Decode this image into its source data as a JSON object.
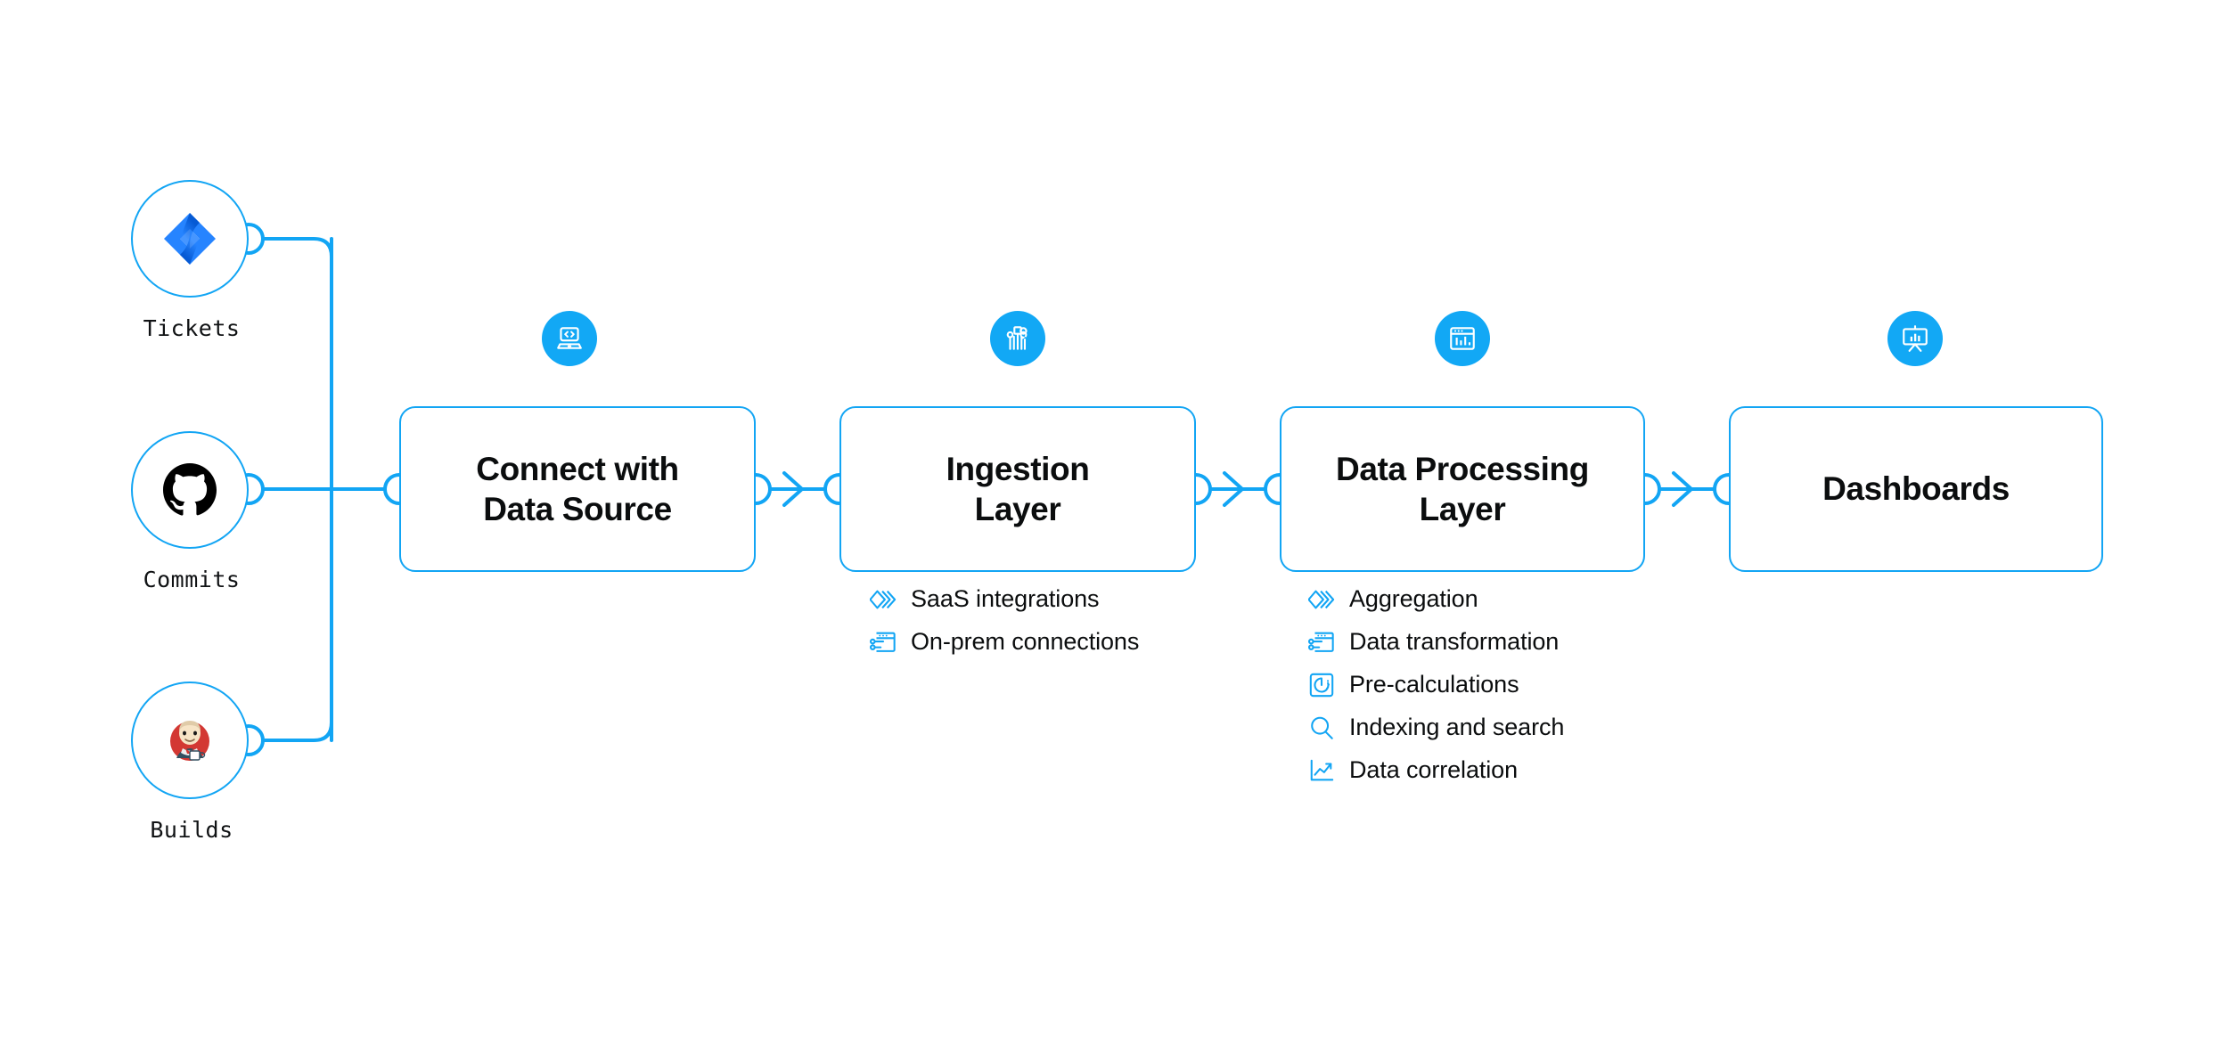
{
  "theme": {
    "accent": "#12A5F4",
    "badge_fill": "#12A8F5",
    "text": "#0b0d0e",
    "background": "#ffffff"
  },
  "sources": [
    {
      "id": "tickets",
      "label": "Tickets",
      "icon": "jira-icon",
      "brand_color": "#2684FF"
    },
    {
      "id": "commits",
      "label": "Commits",
      "icon": "github-icon",
      "brand_color": "#000000"
    },
    {
      "id": "builds",
      "label": "Builds",
      "icon": "jenkins-icon",
      "brand_color": "#D33833"
    }
  ],
  "stages": [
    {
      "id": "connect-with-data-source",
      "title": "Connect with\nData Source",
      "badge_icon": "laptop-code-icon",
      "features": []
    },
    {
      "id": "ingestion-layer",
      "title": "Ingestion\nLayer",
      "badge_icon": "circuit-nodes-icon",
      "features": [
        {
          "label": "SaaS integrations",
          "icon": "layers-chevron-icon"
        },
        {
          "label": "On-prem connections",
          "icon": "window-connections-icon"
        }
      ]
    },
    {
      "id": "data-processing-layer",
      "title": "Data Processing\nLayer",
      "badge_icon": "window-chart-icon",
      "features": [
        {
          "label": "Aggregation",
          "icon": "layers-chevron-icon"
        },
        {
          "label": "Data transformation",
          "icon": "window-connections-icon"
        },
        {
          "label": "Pre-calculations",
          "icon": "gauge-square-icon"
        },
        {
          "label": "Indexing and search",
          "icon": "search-icon"
        },
        {
          "label": "Data correlation",
          "icon": "line-chart-icon"
        }
      ]
    },
    {
      "id": "dashboards",
      "title": "Dashboards",
      "badge_icon": "presentation-chart-icon",
      "features": []
    }
  ],
  "connectors": {
    "arrow_icon": "chevron-right-arrow",
    "port_icon": "connector-port-circle",
    "count": 3
  }
}
